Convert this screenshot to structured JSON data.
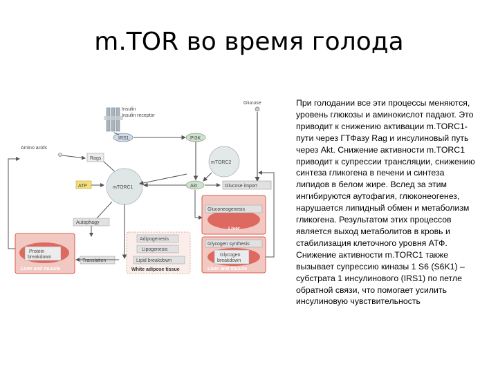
{
  "slide": {
    "title": "m.TOR во время голода",
    "body": "При голодании все эти процессы меняются, уровень глюкозы и аминокислот падают. Это приводит к снижению активации m.TORC1-пути через ГТФазу Rag и инсулиновый путь через Akt. Снижение активности m.TORC1 приводит к супрессии трансляции, снижению синтеза гликогена в печени и синтеза липидов в белом жире. Вслед за этим ингибируются аутофагия, глюконеогенез, нарушается липидный обмен и метаболизм гликогена. Результатом этих процессов является выход метаболитов в кровь и стабилизация клеточного уровня АТФ. Снижение активности m.TORC1 также вызывает супрессию киназы 1 S6 (S6K1) – субстрата 1 инсулинового (IRS1) по петле обратной связи, что помогает усилить инсулиновую чувствительность"
  },
  "diagram": {
    "glucose": "Glucose",
    "insulin": "Insulin",
    "insulin_receptor": "Insulin receptor",
    "irs1": "IRS1",
    "pi3k": "PI3K",
    "amino_acids": "Amino acids",
    "rags": "Rags",
    "mtorc2": "mTORC2",
    "atp": "ATP",
    "mtorc1": "mTORC1",
    "akt": "Akt",
    "glucose_import": "Glucose import",
    "gluconeogenesis": "Gluconeogenesis",
    "liver": "Liver",
    "autophagy": "Autophagy",
    "adipogenesis": "Adipogenesis",
    "lipogenesis": "Lipogenesis",
    "lipid_breakdown": "Lipid breakdown",
    "white_adipose": "White adipose tissue",
    "glycogen_synthesis": "Glycogen synthesis",
    "glycogen_breakdown_1": "Glycogen",
    "glycogen_breakdown_2": "breakdown",
    "liver_and_muscle_right": "Liver and muscle",
    "protein_breakdown_1": "Protein",
    "protein_breakdown_2": "breakdown",
    "translation": "Translation",
    "liver_and_muscle_left": "Liver and muscle"
  },
  "colors": {
    "mtor_circle": "#dfe6e6",
    "tissue_red": "#d9584f",
    "tissue_pink": "#f2c9c2",
    "label_box": "#dcdcdc",
    "arrow": "#555555",
    "receptor": "#a9b4bd",
    "atp_yellow": "#f3e07a"
  }
}
